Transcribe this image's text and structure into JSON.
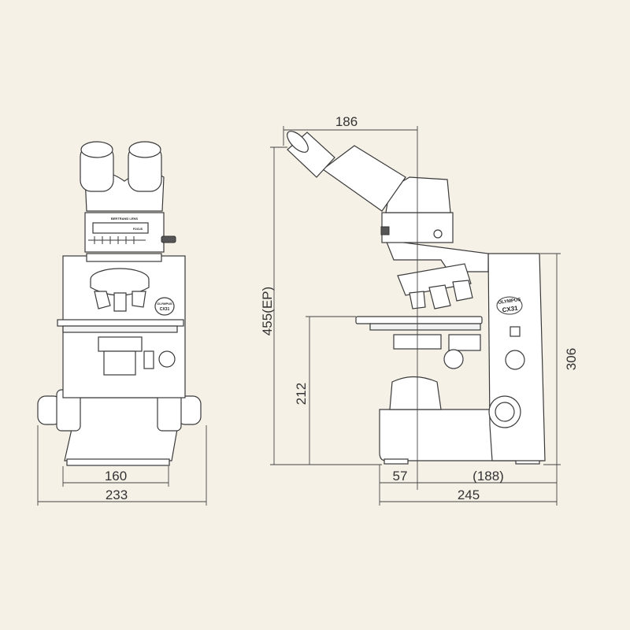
{
  "dimensions": {
    "front_base_width": "160",
    "front_total_width": "233",
    "side_top_offset": "186",
    "side_total_height": "455(EP)",
    "side_stage_height": "212",
    "side_arm_height": "306",
    "side_front_depth": "57",
    "side_rear_depth": "(188)",
    "side_total_depth": "245"
  },
  "labels": {
    "brand": "OLYMPUS",
    "model": "CX31",
    "bertrand": "BERTRAND LENS",
    "focus": "FOCUS"
  },
  "colors": {
    "background": "#f6f1e7",
    "line": "#3a3a3a"
  }
}
